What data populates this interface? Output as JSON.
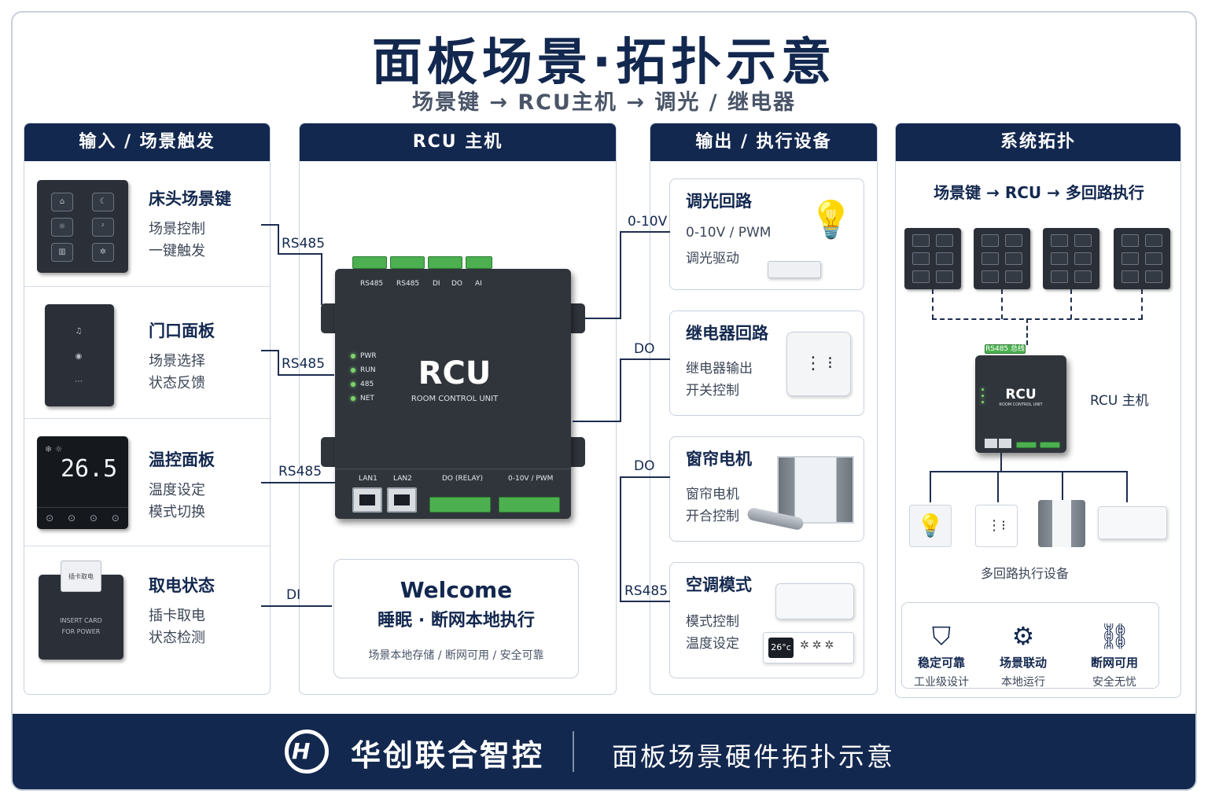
{
  "title": "面板场景·拓扑示意",
  "subtitle": "场景键 → RCU主机 → 调光 / 继电器",
  "columns": {
    "input": "输入 / 场景触发",
    "rcu": "RCU 主机",
    "output": "输出 / 执行设备",
    "topology": "系统拓扑"
  },
  "inputs": [
    {
      "title": "床头场景键",
      "line1": "场景控制",
      "line2": "一键触发",
      "wire": "RS485"
    },
    {
      "title": "门口面板",
      "line1": "场景选择",
      "line2": "状态反馈",
      "wire": "RS485"
    },
    {
      "title": "温控面板",
      "line1": "温度设定",
      "line2": "模式切换",
      "wire": "RS485",
      "temp": "26.5"
    },
    {
      "title": "取电状态",
      "line1": "插卡取电",
      "line2": "状态检测",
      "wire": "DI",
      "card_label": "插卡取电",
      "slot_text1": "INSERT CARD",
      "slot_text2": "FOR POWER"
    }
  ],
  "rcu": {
    "name": "RCU",
    "desc": "ROOM CONTROL UNIT",
    "top_ports": [
      "RS485",
      "RS485",
      "DI",
      "DO",
      "AI"
    ],
    "leds": [
      "PWR",
      "RUN",
      "485",
      "NET"
    ],
    "bottom_ports": [
      "LAN1",
      "LAN2",
      "DO (RELAY)",
      "0-10V / PWM"
    ]
  },
  "welcome": {
    "title": "Welcome",
    "subtitle": "睡眠 · 断网本地执行",
    "note": "场景本地存储 / 断网可用 / 安全可靠"
  },
  "outputs": [
    {
      "title": "调光回路",
      "line1": "0-10V / PWM",
      "line2": "调光驱动",
      "wire": "0-10V"
    },
    {
      "title": "继电器回路",
      "line1": "继电器输出",
      "line2": "开关控制",
      "wire": "DO"
    },
    {
      "title": "窗帘电机",
      "line1": "窗帘电机",
      "line2": "开合控制",
      "wire": "DO"
    },
    {
      "title": "空调模式",
      "line1": "模式控制",
      "line2": "温度设定",
      "wire": "RS485",
      "ac_temp": "26°c"
    }
  ],
  "topology": {
    "flow": "场景键 → RCU → 多回路执行",
    "rcu_label": "RCU 主机",
    "mini_rcu_name": "RCU",
    "mini_rcu_desc": "ROOM CONTROL UNIT",
    "mini_port_label": "RS485 总线",
    "devices_label": "多回路执行设备",
    "features": [
      {
        "icon": "shield-check-icon",
        "title": "稳定可靠",
        "sub": "工业级设计"
      },
      {
        "icon": "chip-icon",
        "title": "场景联动",
        "sub": "本地运行"
      },
      {
        "icon": "broken-link-icon",
        "title": "断网可用",
        "sub": "安全无忧"
      }
    ]
  },
  "footer": {
    "brand": "华创联合智控",
    "caption": "面板场景硬件拓扑示意"
  },
  "colors": {
    "navy": "#13284f",
    "terminal_green": "#4caf50",
    "device_dark": "#30353c"
  }
}
